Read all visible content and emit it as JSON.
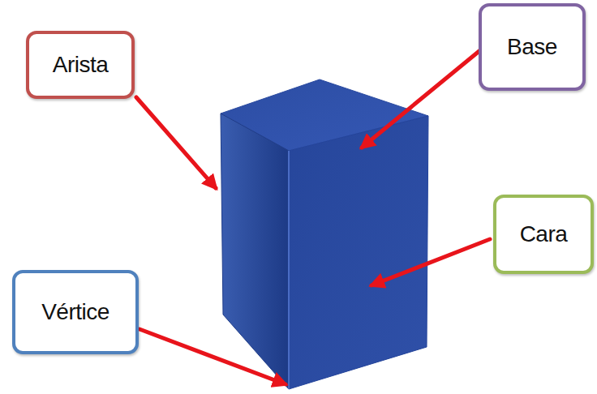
{
  "diagram": {
    "nodes": [
      {
        "text": [
          "Arista"
        ]
      },
      {
        "text": [
          "Base"
        ]
      },
      {
        "text": [
          "Cara"
        ]
      },
      {
        "text": [
          "Vértice"
        ]
      }
    ]
  }
}
